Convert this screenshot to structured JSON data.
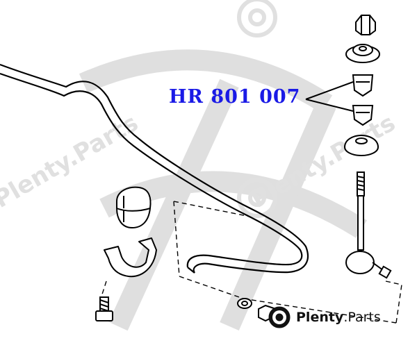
{
  "callout": {
    "part_number": "HR 801 007"
  },
  "logo": {
    "brand": "Plenty",
    "suffix": ".Parts"
  },
  "watermark": {
    "text": "Plenty.Parts"
  },
  "colors": {
    "part_number": "#1a1ae6",
    "watermark": "#d9d9d9",
    "linework": "#000000"
  }
}
